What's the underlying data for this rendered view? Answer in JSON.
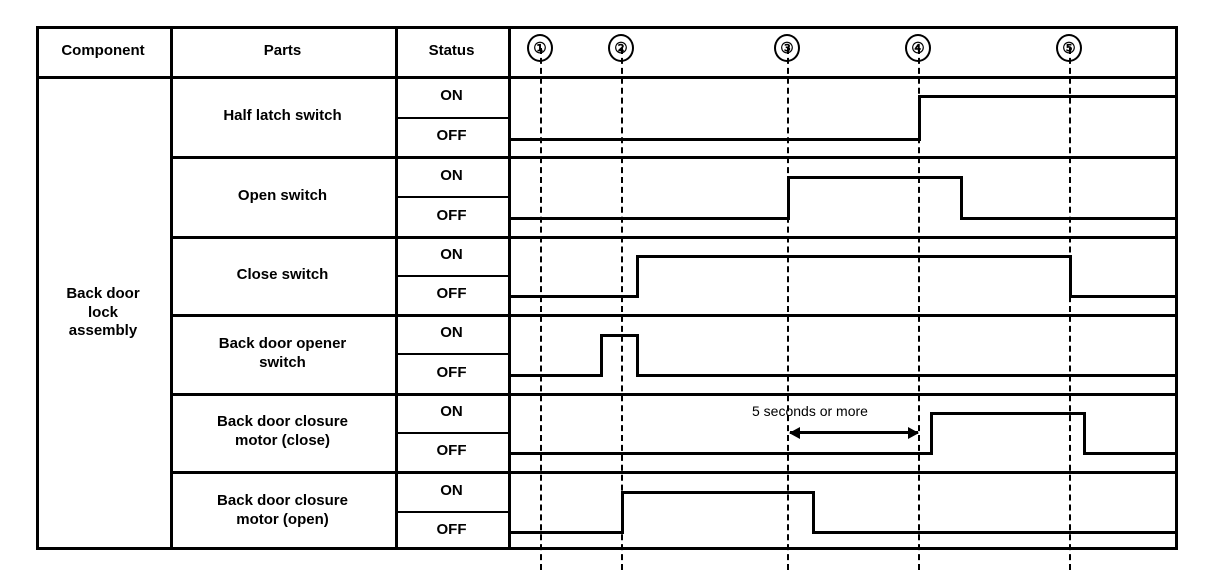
{
  "table": {
    "headers": {
      "component": "Component",
      "parts": "Parts",
      "status": "Status"
    },
    "component_label": "Back door\nlock\nassembly",
    "component_label_lines": [
      "Back door",
      "lock",
      "assembly"
    ],
    "status_on": "ON",
    "status_off": "OFF",
    "rows": [
      {
        "part": "Half latch switch",
        "part_lines": [
          "Half latch switch"
        ]
      },
      {
        "part": "Open switch",
        "part_lines": [
          "Open switch"
        ]
      },
      {
        "part": "Close switch",
        "part_lines": [
          "Close switch"
        ]
      },
      {
        "part": "Back door opener switch",
        "part_lines": [
          "Back door opener",
          "switch"
        ]
      },
      {
        "part": "Back door closure motor (close)",
        "part_lines": [
          "Back door closure",
          "motor (close)"
        ]
      },
      {
        "part": "Back door closure motor (open)",
        "part_lines": [
          "Back door closure",
          "motor (open)"
        ]
      }
    ]
  },
  "markers": [
    {
      "label": "①",
      "number": 1
    },
    {
      "label": "②",
      "number": 2
    },
    {
      "label": "③",
      "number": 3
    },
    {
      "label": "④",
      "number": 4
    },
    {
      "label": "⑤",
      "number": 5
    }
  ],
  "annotation": {
    "text": "5 seconds or more",
    "from_marker": 3,
    "to_marker": 4
  },
  "chart_data": {
    "type": "line",
    "title": "Back door lock assembly timing chart",
    "xlabel": "",
    "ylabel": "Status",
    "grid": false,
    "legend": "none",
    "event_markers": [
      {
        "id": 1,
        "label": "①",
        "x": 540
      },
      {
        "id": 2,
        "label": "②",
        "x": 621
      },
      {
        "id": 3,
        "label": "③",
        "x": 787
      },
      {
        "id": 4,
        "label": "④",
        "x": 918
      },
      {
        "id": 5,
        "label": "⑤",
        "x": 1069
      }
    ],
    "levels": [
      "OFF",
      "ON"
    ],
    "series": [
      {
        "name": "Half latch switch",
        "steps": [
          {
            "x": 508,
            "value": "OFF"
          },
          {
            "x": 918,
            "value": "ON"
          },
          {
            "x": 1178,
            "value": "ON"
          }
        ]
      },
      {
        "name": "Open switch",
        "steps": [
          {
            "x": 508,
            "value": "OFF"
          },
          {
            "x": 787,
            "value": "ON"
          },
          {
            "x": 960,
            "value": "OFF"
          },
          {
            "x": 1178,
            "value": "OFF"
          }
        ]
      },
      {
        "name": "Close switch",
        "steps": [
          {
            "x": 508,
            "value": "OFF"
          },
          {
            "x": 636,
            "value": "ON"
          },
          {
            "x": 1069,
            "value": "OFF"
          },
          {
            "x": 1178,
            "value": "OFF"
          }
        ]
      },
      {
        "name": "Back door opener switch",
        "steps": [
          {
            "x": 508,
            "value": "OFF"
          },
          {
            "x": 600,
            "value": "ON"
          },
          {
            "x": 636,
            "value": "OFF"
          },
          {
            "x": 1178,
            "value": "OFF"
          }
        ]
      },
      {
        "name": "Back door closure motor (close)",
        "steps": [
          {
            "x": 508,
            "value": "OFF"
          },
          {
            "x": 930,
            "value": "ON"
          },
          {
            "x": 1083,
            "value": "OFF"
          },
          {
            "x": 1178,
            "value": "OFF"
          }
        ]
      },
      {
        "name": "Back door closure motor (open)",
        "steps": [
          {
            "x": 508,
            "value": "OFF"
          },
          {
            "x": 621,
            "value": "ON"
          },
          {
            "x": 812,
            "value": "OFF"
          },
          {
            "x": 1178,
            "value": "OFF"
          }
        ]
      }
    ],
    "annotations": [
      {
        "text": "5 seconds or more",
        "from_x": 789,
        "to_x": 918,
        "row": "Back door closure motor (close)"
      }
    ]
  }
}
